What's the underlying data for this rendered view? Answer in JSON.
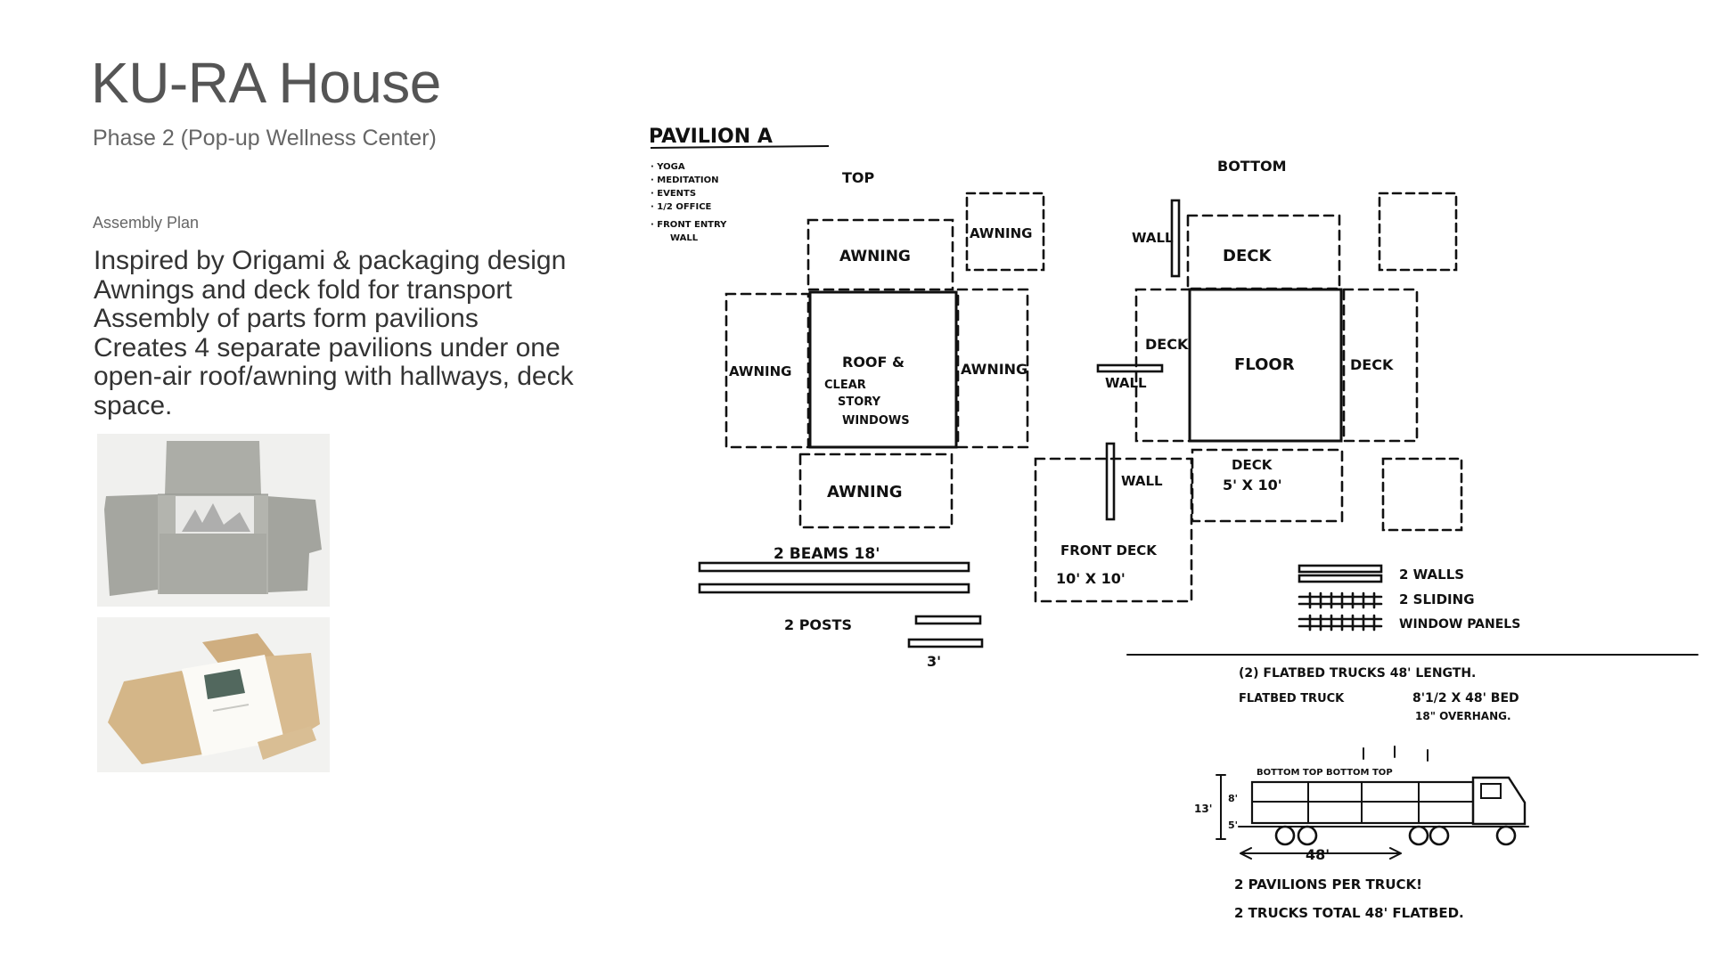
{
  "header": {
    "title": "KU-RA House",
    "subtitle": "Phase 2 (Pop-up Wellness Center)"
  },
  "section_label": "Assembly Plan",
  "body_lines": [
    "Inspired by Origami & packaging design",
    "Awnings and deck fold for transport",
    "Assembly of parts form pavilions",
    "Creates 4 separate pavilions under one",
    "open-air roof/awning with hallways, deck",
    "space."
  ],
  "sketch": {
    "pavilion_title": "PAVILION A",
    "program": [
      "· YOGA",
      "· MEDITATION",
      "· EVENTS",
      "· 1/2 OFFICE",
      "· FRONT ENTRY",
      "WALL"
    ],
    "top_label": "TOP",
    "bottom_label": "BOTTOM",
    "top_plan": {
      "awning_top": "AWNING",
      "awning_corner": "AWNING",
      "awning_left": "AWNING",
      "roof_line1": "ROOF &",
      "roof_line2": "CLEAR",
      "roof_line3": "STORY",
      "roof_line4": "WINDOWS",
      "awning_right": "AWNING",
      "awning_bottom": "AWNING"
    },
    "bottom_plan": {
      "wall_top": "WALL",
      "deck_top": "DECK",
      "deck_left": "DECK",
      "floor": "FLOOR",
      "deck_right": "DECK",
      "wall_mid": "WALL",
      "wall_lower": "WALL",
      "deck_bottom_1": "DECK",
      "deck_bottom_2": "5' X 10'",
      "front_deck_1": "FRONT DECK",
      "front_deck_2": "10' X 10'"
    },
    "beams": "2 BEAMS 18'",
    "posts": "2 POSTS",
    "posts_len": "3'",
    "walls": "2 WALLS",
    "sliding_1": "2 SLIDING",
    "sliding_2": "WINDOW PANELS",
    "trucks_1": "(2) FLATBED TRUCKS 48' LENGTH.",
    "trucks_2a": "FLATBED TRUCK",
    "trucks_2b": "8'1/2 X 48' BED",
    "trucks_3": "18\" OVERHANG.",
    "truck_loads": "BOTTOM TOP BOTTOM TOP",
    "dim_height": "13'",
    "dim_upper": "8'",
    "dim_lower": "5'",
    "dim_length": "48'",
    "note_1": "2 PAVILIONS PER TRUCK!",
    "note_2": "2 TRUCKS TOTAL  48' FLATBED."
  },
  "colors": {
    "background": "#ffffff",
    "title": "#555555",
    "body": "#333333",
    "ink": "#111111",
    "cardboard_gray": "#a9aaa4",
    "cardboard_kraft": "#d2b48a"
  }
}
